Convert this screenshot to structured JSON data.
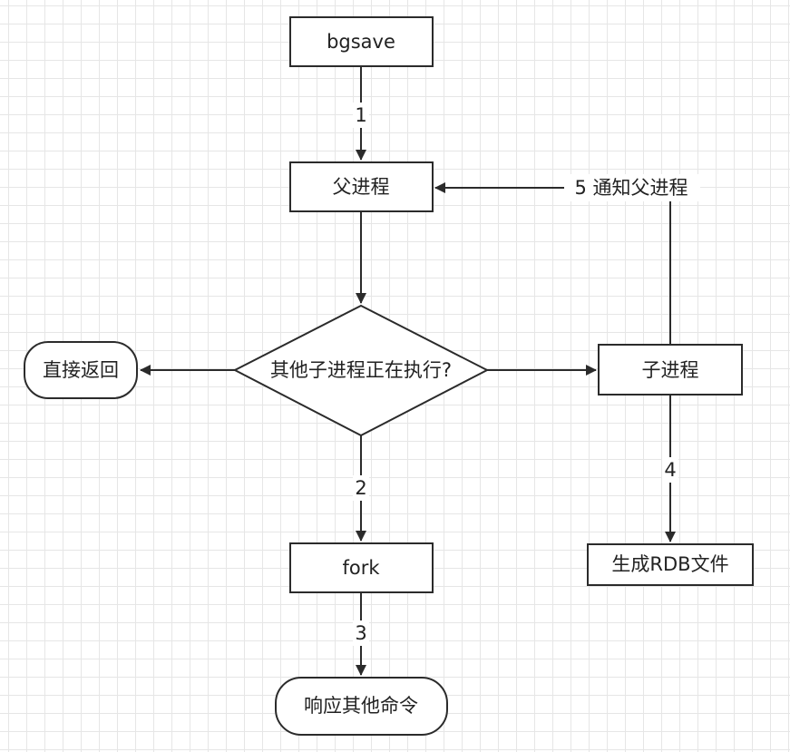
{
  "nodes": {
    "bgsave": "bgsave",
    "parent": "父进程",
    "decision": "其他子进程正在执行?",
    "return_direct": "直接返回",
    "child": "子进程",
    "fork": "fork",
    "respond": "响应其他命令",
    "generate_rdb": "生成RDB文件"
  },
  "edges": {
    "e1": "1",
    "e2": "2",
    "e3": "3",
    "e4": "4",
    "e5": "5 通知父进程"
  },
  "colors": {
    "stroke": "#2b2b2b",
    "grid": "#e6e6e6",
    "background": "#ffffff"
  }
}
